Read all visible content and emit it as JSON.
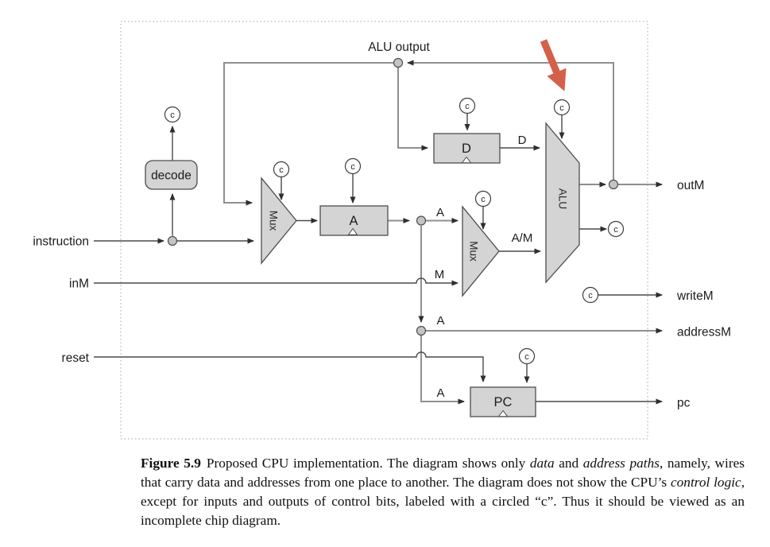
{
  "figure": {
    "alu_output_label": "ALU output",
    "control_bit": "c",
    "inputs": {
      "instruction": "instruction",
      "inM": "inM",
      "reset": "reset"
    },
    "outputs": {
      "outM": "outM",
      "writeM": "writeM",
      "addressM": "addressM",
      "pc": "pc"
    },
    "components": {
      "decode": "decode",
      "mux1": "Mux",
      "mux2": "Mux",
      "a_register": "A",
      "d_register": "D",
      "alu": "ALU",
      "pc_register": "PC"
    },
    "wire_labels": {
      "a_to_mux2": "A",
      "m_to_mux2": "M",
      "am_to_alu": "A/M",
      "d_to_alu": "D",
      "a_to_addressM": "A",
      "a_to_pc": "A"
    },
    "colors": {
      "component_fill": "#d4d4d4",
      "component_stroke": "#4d4d4d",
      "wire": "#4a4a4a",
      "wire_gray": "#8f8f8f",
      "annotation_arrow": "#d5604a",
      "dotted_border": "#b3b3b3"
    }
  },
  "caption": {
    "segments": [
      {
        "text": "Figure 5.9",
        "style": "bold"
      },
      {
        "text": "Proposed CPU implementation. The diagram shows only ",
        "style": "normal"
      },
      {
        "text": "data",
        "style": "italic"
      },
      {
        "text": " and ",
        "style": "normal"
      },
      {
        "text": "address paths",
        "style": "italic"
      },
      {
        "text": ", namely, wires that carry data and addresses from one place to another. The diagram does not show the CPU’s ",
        "style": "normal"
      },
      {
        "text": "control logic",
        "style": "italic"
      },
      {
        "text": ", except for inputs and outputs of control bits, labeled with a circled “c”. Thus it should be viewed as an incomplete chip diagram.",
        "style": "normal"
      }
    ]
  }
}
